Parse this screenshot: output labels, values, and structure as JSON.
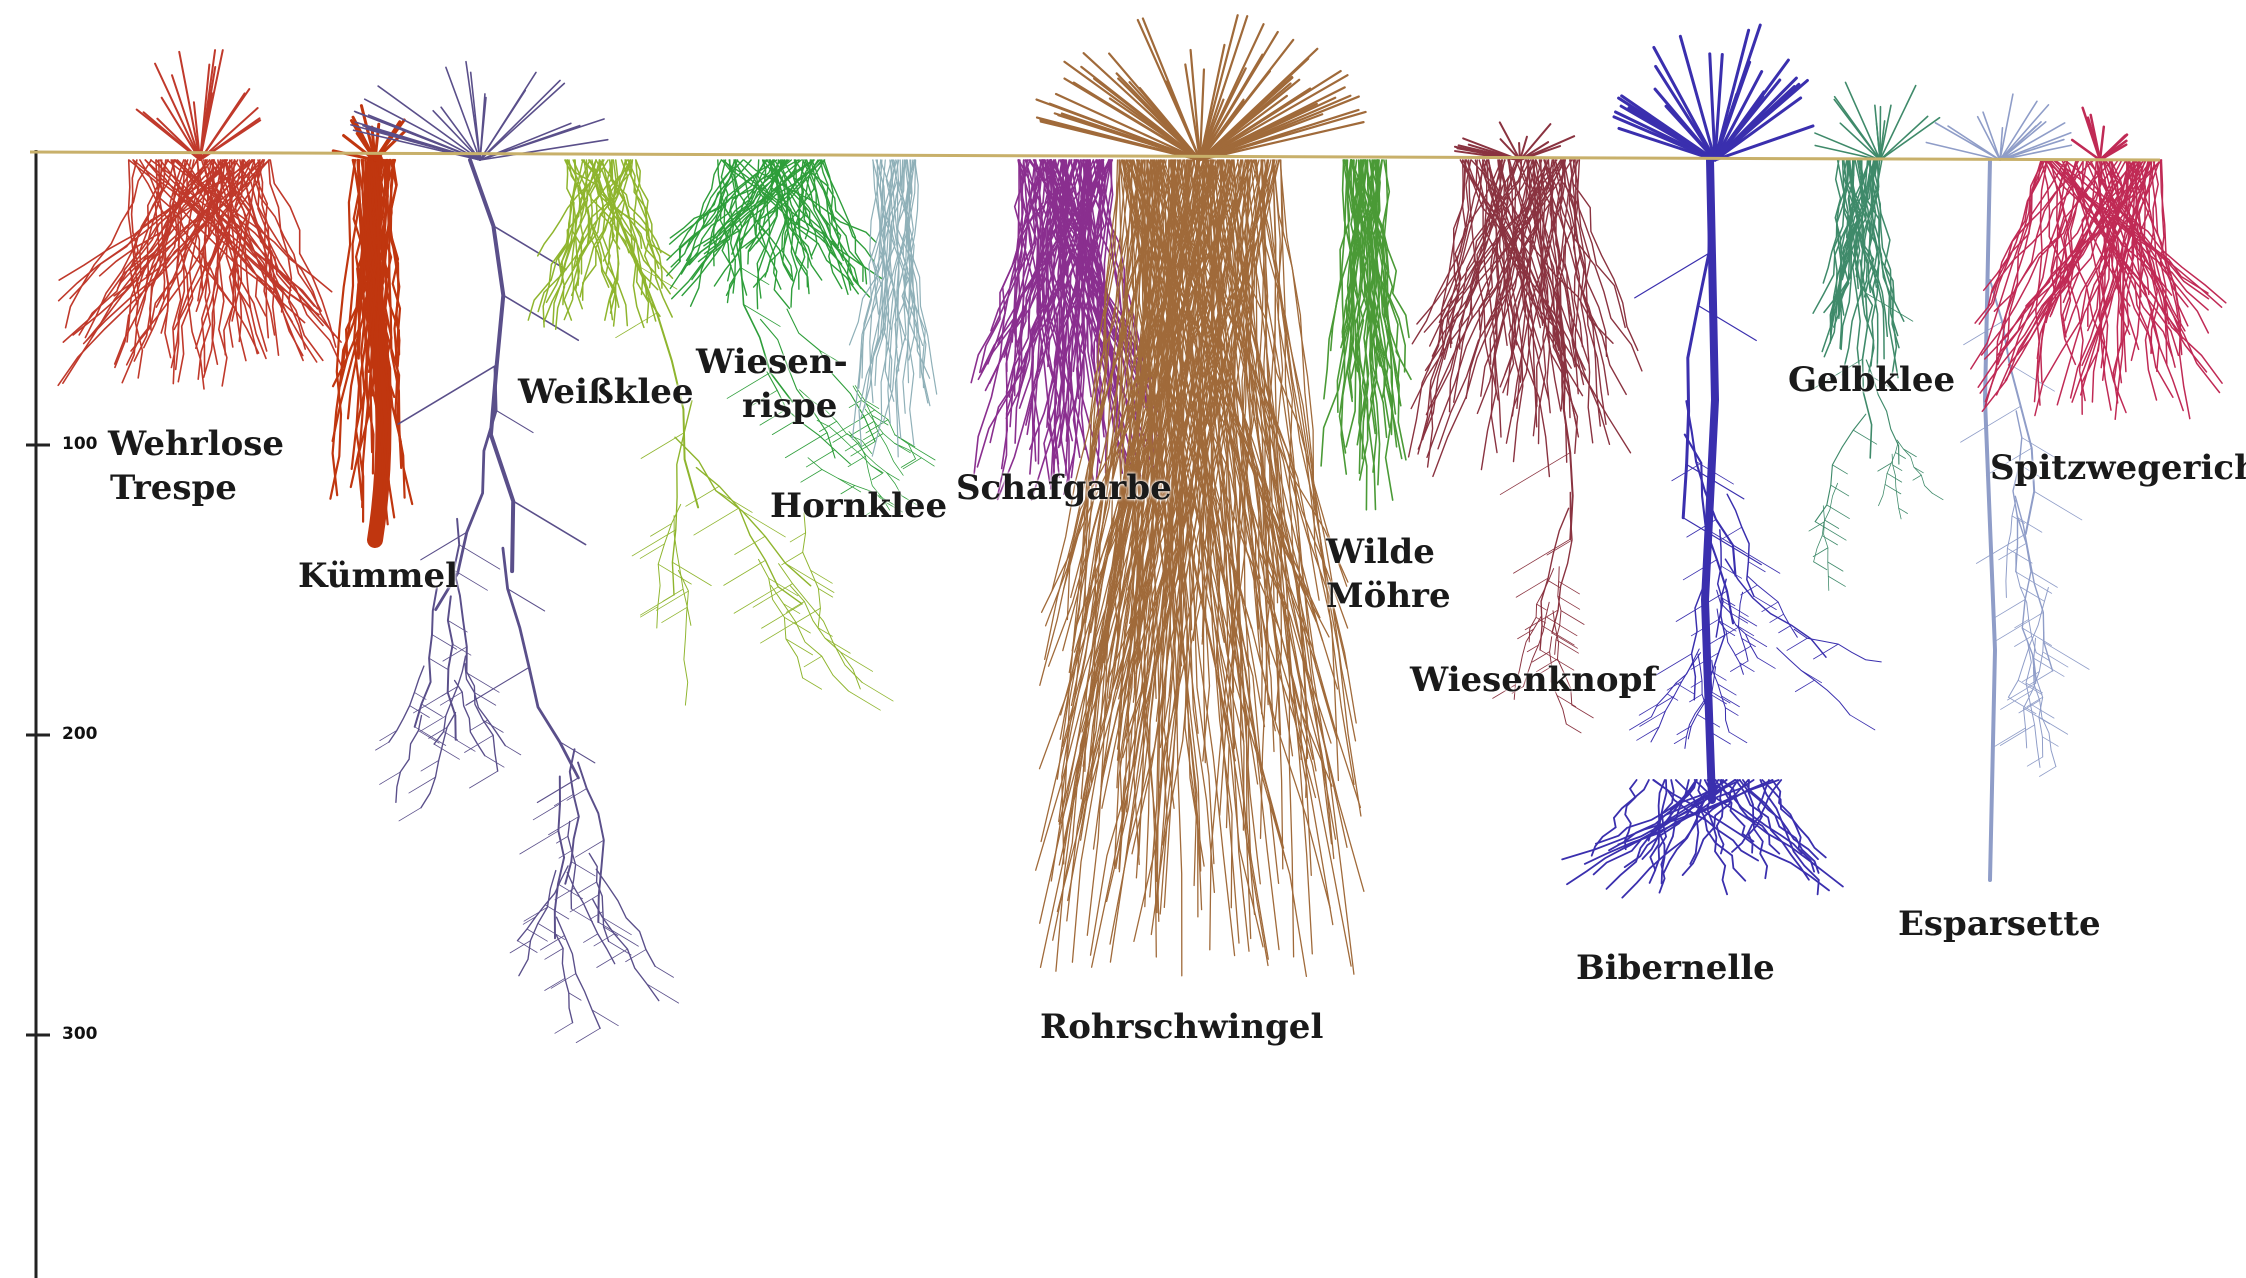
{
  "colors": {
    "background": "#ffffff",
    "axis": "#222222",
    "ground": "#c8b06a"
  },
  "axis": {
    "ticks": [
      "100",
      "200",
      "300"
    ]
  },
  "plants": [
    {
      "id": "wehrlose-trespe",
      "lines": [
        "Wehrlose",
        "Trespe"
      ],
      "color": "#c0392b",
      "icon": "grass-root-icon"
    },
    {
      "id": "kuemmel",
      "lines": [
        "Kümmel"
      ],
      "color": "#c0360f",
      "icon": "taproot-icon"
    },
    {
      "id": "weissklee",
      "lines": [
        "Weißklee"
      ],
      "color": "#8fb52e",
      "icon": "clover-root-icon"
    },
    {
      "id": "wiesenrispe",
      "lines": [
        "Wiesen-",
        "rispe"
      ],
      "color": "#2e9e3a",
      "icon": "grass-root-icon"
    },
    {
      "id": "hornklee",
      "lines": [
        "Hornklee"
      ],
      "color": "#8fb0b8",
      "icon": "root-icon"
    },
    {
      "id": "schafgarbe",
      "lines": [
        "Schafgarbe"
      ],
      "color": "#8a2f8f",
      "icon": "root-icon"
    },
    {
      "id": "rohrschwingel",
      "lines": [
        "Rohrschwingel"
      ],
      "color": "#a06a3a",
      "icon": "grass-root-icon"
    },
    {
      "id": "wilde-moehre",
      "lines": [
        "Wilde",
        "Möhre"
      ],
      "color": "#4a9a36",
      "icon": "taproot-icon"
    },
    {
      "id": "wiesenknopf",
      "lines": [
        "Wiesenknopf"
      ],
      "color": "#8a3340",
      "icon": "root-icon"
    },
    {
      "id": "bibernelle",
      "lines": [
        "Bibernelle"
      ],
      "color": "#3a2fae",
      "icon": "taproot-icon"
    },
    {
      "id": "gelbklee",
      "lines": [
        "Gelbklee"
      ],
      "color": "#3f8a6a",
      "icon": "clover-root-icon"
    },
    {
      "id": "esparsette",
      "lines": [
        "Esparsette"
      ],
      "color": "#8f9dc8",
      "icon": "taproot-icon"
    },
    {
      "id": "spitzwegerich",
      "lines": [
        "Spitzwegerich"
      ],
      "color": "#c02a55",
      "icon": "root-icon"
    },
    {
      "id": "deep-root",
      "lines": [],
      "color": "#5a4f8a",
      "icon": "taproot-icon"
    }
  ]
}
